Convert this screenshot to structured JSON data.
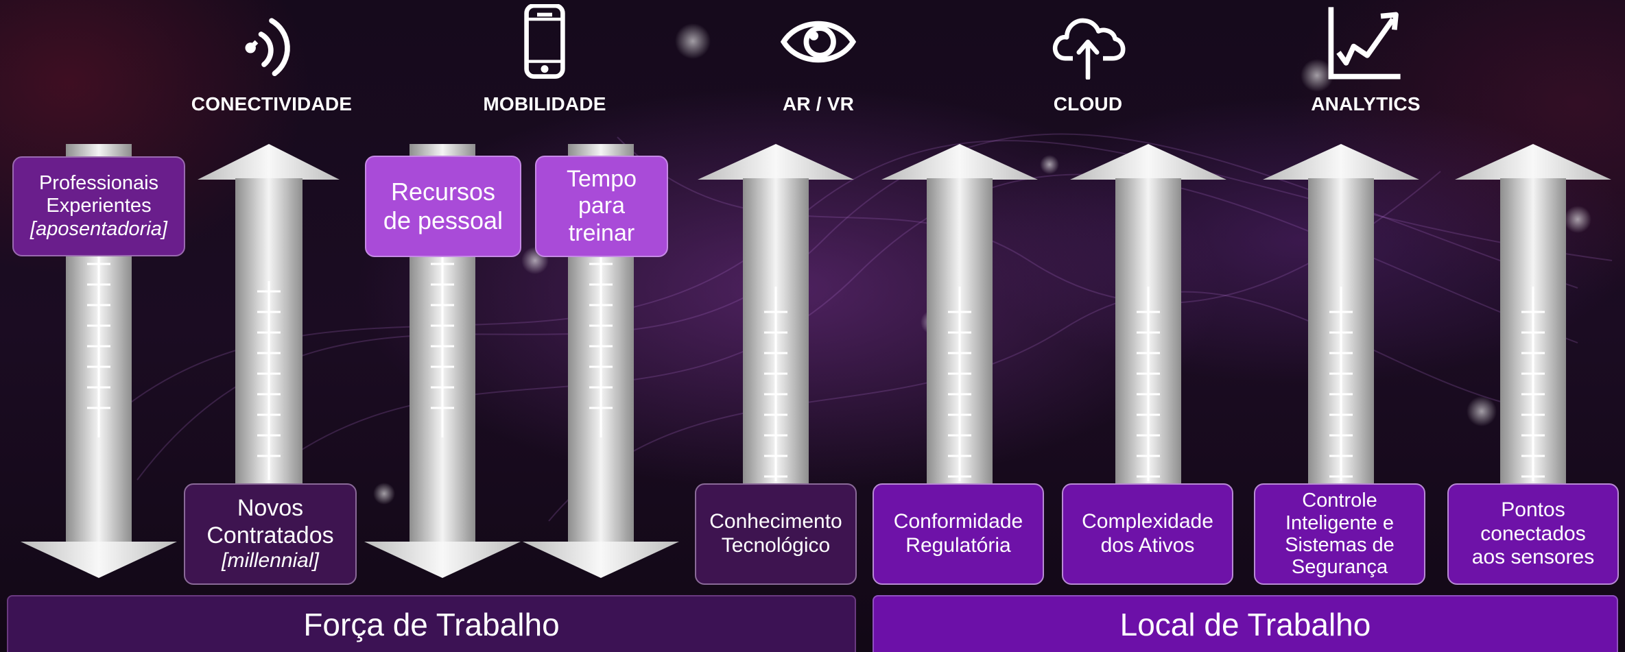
{
  "technologies": [
    {
      "icon": "wifi-signal-icon",
      "label": "CONECTIVIDADE"
    },
    {
      "icon": "smartphone-icon",
      "label": "MOBILIDADE"
    },
    {
      "icon": "eye-icon",
      "label": "AR / VR"
    },
    {
      "icon": "cloud-upload-icon",
      "label": "CLOUD"
    },
    {
      "icon": "chart-trend-icon",
      "label": "ANALYTICS"
    }
  ],
  "workforce": {
    "title": "Força de Trabalho",
    "factors": [
      {
        "line1": "Professionais",
        "line2": "Experientes",
        "line3": "[aposentadoria]",
        "direction": "down"
      },
      {
        "line1": "Novos",
        "line2": "Contratados",
        "line3": "[millennial]",
        "direction": "up"
      },
      {
        "line1": "Recursos",
        "line2": "de pessoal",
        "direction": "down"
      },
      {
        "line1": "Tempo",
        "line2": "para",
        "line3": "treinar",
        "direction": "down"
      },
      {
        "line1": "Conhecimento",
        "line2": "Tecnológico",
        "direction": "up"
      }
    ]
  },
  "workplace": {
    "title": "Local de Trabalho",
    "factors": [
      {
        "line1": "Conformidade",
        "line2": "Regulatória",
        "direction": "up"
      },
      {
        "line1": "Complexidade",
        "line2": "dos Ativos",
        "direction": "up"
      },
      {
        "line1": "Controle",
        "line2": "Inteligente e",
        "line3": "Sistemas de",
        "line4": "Segurança",
        "direction": "up"
      },
      {
        "line1": "Pontos",
        "line2": "conectados",
        "line3": "aos sensores",
        "direction": "up"
      }
    ]
  },
  "colors": {
    "dark_box": "#3e1450",
    "purple_box": "#6e12a8",
    "light_box": "#a94bd8",
    "arrow": "#d8d8d8"
  }
}
